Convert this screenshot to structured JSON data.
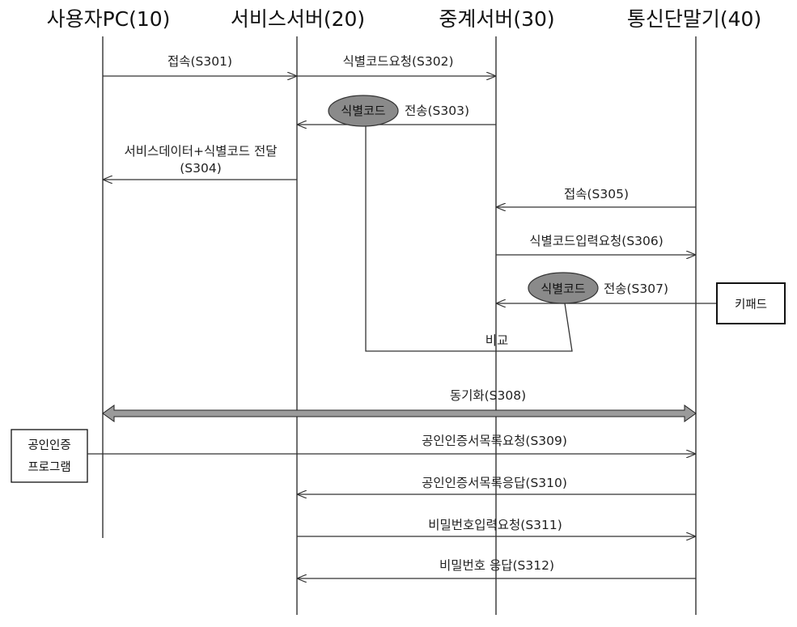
{
  "participants": [
    {
      "label": "사용자PC(10)"
    },
    {
      "label": "서비스서버(20)"
    },
    {
      "label": "중계서버(30)"
    },
    {
      "label": "통신단말기(40)"
    }
  ],
  "messages": [
    {
      "id": "s301",
      "label": "접속(S301)",
      "from": 0,
      "to": 1
    },
    {
      "id": "s302",
      "label": "식별코드요청(S302)",
      "from": 1,
      "to": 2
    },
    {
      "id": "s303",
      "label": "전송(S303)",
      "from": 2,
      "to": 1
    },
    {
      "id": "s304",
      "label_line1": "서비스데이터+식별코드 전달",
      "label_line2": "(S304)",
      "from": 1,
      "to": 0
    },
    {
      "id": "s305",
      "label": "접속(S305)",
      "from": 3,
      "to": 2
    },
    {
      "id": "s306",
      "label": "식별코드입력요청(S306)",
      "from": 2,
      "to": 3
    },
    {
      "id": "s307",
      "label": "전송(S307)",
      "from": "keypad",
      "to": 2
    },
    {
      "id": "s308",
      "label": "동기화(S308)",
      "from": 0,
      "to": 3,
      "bidirectional": true
    },
    {
      "id": "s309",
      "label": "공인인증서목록요청(S309)",
      "from": "cert",
      "to": 3
    },
    {
      "id": "s310",
      "label": "공인인증서목록응답(S310)",
      "from": 3,
      "to": 1
    },
    {
      "id": "s311",
      "label": "비밀번호입력요청(S311)",
      "from": 1,
      "to": 3
    },
    {
      "id": "s312",
      "label": "비밀번호 응답(S312)",
      "from": 3,
      "to": 1
    }
  ],
  "id_code_label": "식별코드",
  "compare_label": "비교",
  "keypad_label": "키패드",
  "cert_program": {
    "line1": "공인인증",
    "line2": "프로그램"
  }
}
